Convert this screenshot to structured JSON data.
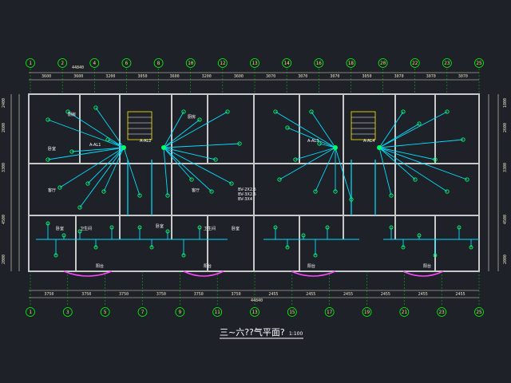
{
  "title": "三~六??气平面?",
  "scale": "1:100",
  "top_axes": [
    "1",
    "2",
    "4",
    "6",
    "8",
    "10",
    "12",
    "13",
    "14",
    "16",
    "18",
    "20",
    "22",
    "23",
    "25"
  ],
  "bottom_axes": [
    "1",
    "3",
    "5",
    "7",
    "9",
    "11",
    "13",
    "15",
    "17",
    "19",
    "21",
    "23",
    "25"
  ],
  "top_dims": [
    "3600",
    "3600",
    "3200",
    "3050",
    "3600",
    "3200",
    "3600",
    "3070",
    "3070",
    "3070",
    "3050",
    "3070",
    "3070",
    "3070"
  ],
  "top_total": "44840",
  "bottom_dims": [
    "3750",
    "3750",
    "3750",
    "3750",
    "3750",
    "3750",
    "2455",
    "2455",
    "2455",
    "2455",
    "2455",
    "2455"
  ],
  "bottom_total": "44840",
  "left_dims": [
    "2400",
    "2600",
    "3300",
    "4500",
    "2000"
  ],
  "right_dims": [
    "1800",
    "2600",
    "3300",
    "4500",
    "2000"
  ],
  "room_labels": [
    "卧室",
    "厨房",
    "客厅",
    "卧室",
    "卫生间",
    "卧室",
    "厨房",
    "客厅",
    "卧室",
    "卫生间",
    "阳台",
    "阳台",
    "阳台",
    "阳台"
  ],
  "panel_labels": [
    "A-AL1",
    "A-AL2",
    "A-AL3",
    "A-AL4"
  ],
  "legend_lines": [
    "BV-2X2.5",
    "BV-3X2.5",
    "BV-3X4"
  ],
  "colors": {
    "wall": "#c8c8c8",
    "wire": "#00e0ff",
    "fixture": "#00ff66",
    "axis": "#00ff00",
    "balcony": "#ff33ff",
    "accent": "#ffee00",
    "magenta": "#ff44ff"
  }
}
